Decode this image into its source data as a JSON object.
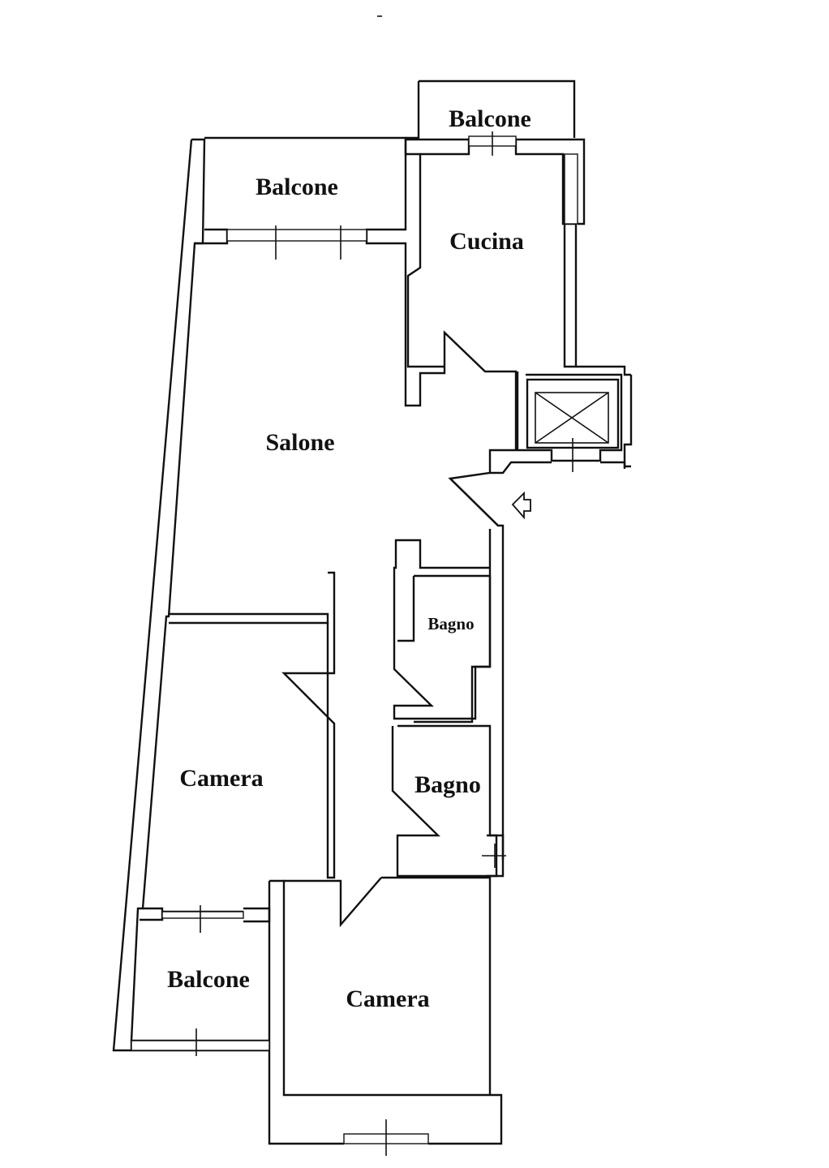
{
  "rooms": {
    "balcone_top": "Balcone",
    "balcone_left": "Balcone",
    "cucina": "Cucina",
    "salone": "Salone",
    "bagno_small": "Bagno",
    "bagno_large": "Bagno",
    "camera_left": "Camera",
    "camera_bottom": "Camera",
    "balcone_bottom": "Balcone"
  },
  "symbols": {
    "elevator": "elevator-shaft-icon",
    "entrance": "entrance-arrow-icon"
  }
}
